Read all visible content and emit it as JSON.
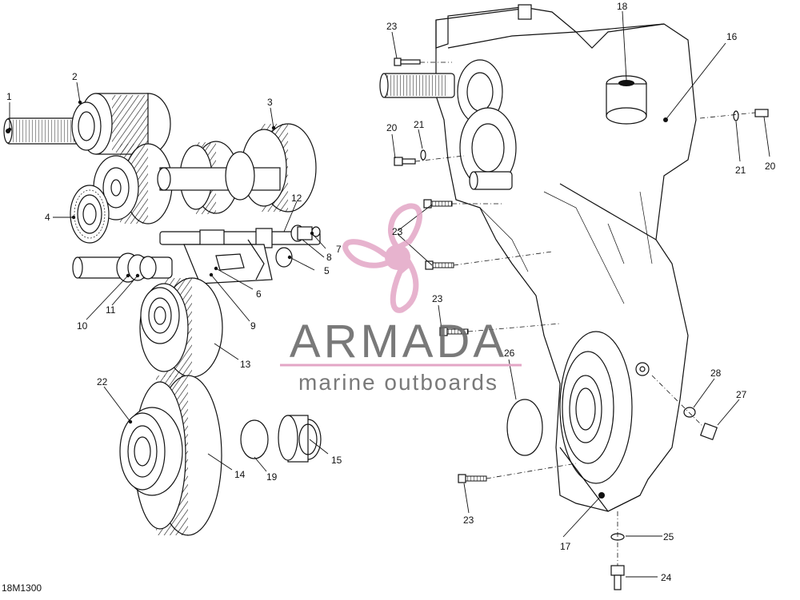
{
  "watermark": {
    "brand": "ARMADA",
    "tagline": "marine outboards",
    "brand_color": "#6b6b6b",
    "logo_color": "#e3a6c6",
    "logo_icon": "propeller-icon"
  },
  "diagram_code": "18M1300",
  "callouts": [
    {
      "id": "c1",
      "label": "1"
    },
    {
      "id": "c2",
      "label": "2"
    },
    {
      "id": "c3",
      "label": "3"
    },
    {
      "id": "c4",
      "label": "4"
    },
    {
      "id": "c5",
      "label": "5"
    },
    {
      "id": "c6",
      "label": "6"
    },
    {
      "id": "c7",
      "label": "7"
    },
    {
      "id": "c8",
      "label": "8"
    },
    {
      "id": "c9",
      "label": "9"
    },
    {
      "id": "c10",
      "label": "10"
    },
    {
      "id": "c11",
      "label": "11"
    },
    {
      "id": "c12",
      "label": "12"
    },
    {
      "id": "c13",
      "label": "13"
    },
    {
      "id": "c14",
      "label": "14"
    },
    {
      "id": "c15",
      "label": "15"
    },
    {
      "id": "c16",
      "label": "16"
    },
    {
      "id": "c17",
      "label": "17"
    },
    {
      "id": "c18",
      "label": "18"
    },
    {
      "id": "c19",
      "label": "19"
    },
    {
      "id": "c20a",
      "label": "20"
    },
    {
      "id": "c20b",
      "label": "20"
    },
    {
      "id": "c21a",
      "label": "21"
    },
    {
      "id": "c21b",
      "label": "21"
    },
    {
      "id": "c22",
      "label": "22"
    },
    {
      "id": "c23a",
      "label": "23"
    },
    {
      "id": "c23b",
      "label": "23"
    },
    {
      "id": "c23c",
      "label": "23"
    },
    {
      "id": "c23d",
      "label": "23"
    },
    {
      "id": "c24",
      "label": "24"
    },
    {
      "id": "c25",
      "label": "25"
    },
    {
      "id": "c26",
      "label": "26"
    },
    {
      "id": "c27",
      "label": "27"
    },
    {
      "id": "c28",
      "label": "28"
    }
  ]
}
